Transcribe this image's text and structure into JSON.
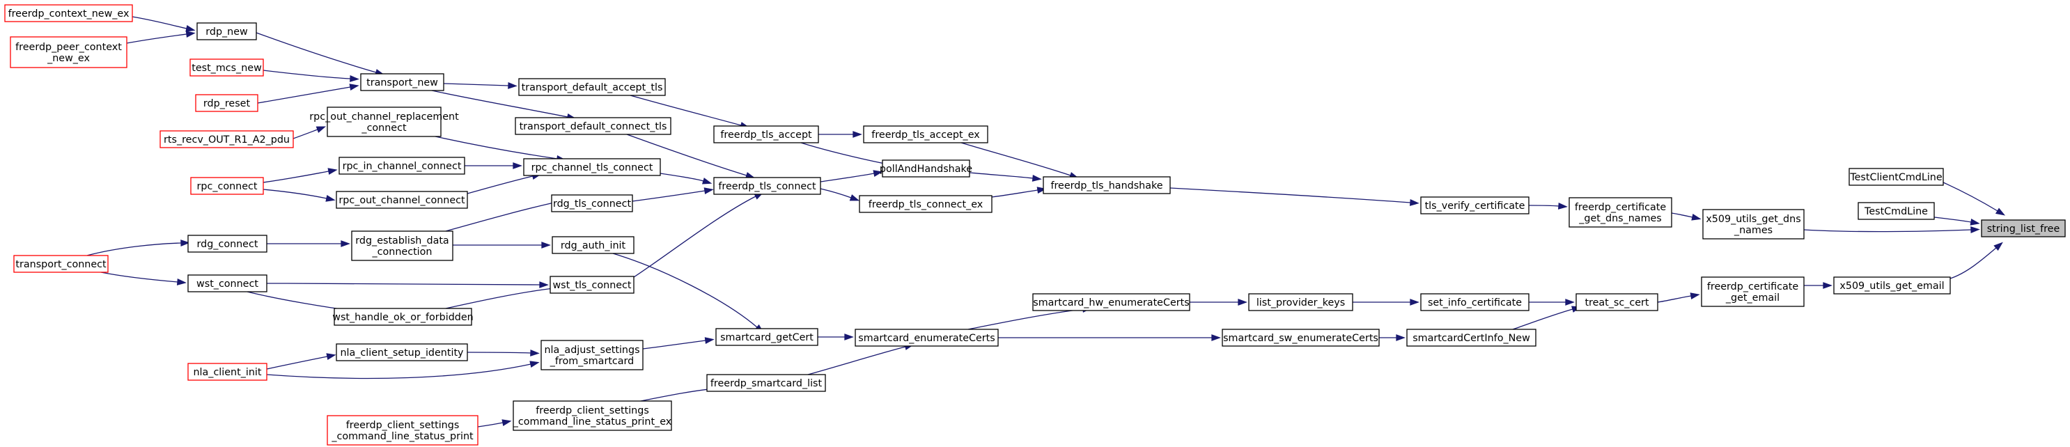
{
  "colors": {
    "edge": "#191970",
    "node_border": "#000000",
    "node_border_truncated": "#ff0000",
    "focus_fill": "#bfbfbf"
  },
  "nodes": [
    {
      "id": "string_list_free",
      "lines": [
        "string_list_free"
      ],
      "style": "focus"
    },
    {
      "id": "TestClientCmdLine",
      "lines": [
        "TestClientCmdLine"
      ],
      "style": "normal"
    },
    {
      "id": "TestCmdLine",
      "lines": [
        "TestCmdLine"
      ],
      "style": "normal"
    },
    {
      "id": "x509_utils_get_dns_names",
      "lines": [
        "x509_utils_get_dns",
        "_names"
      ],
      "style": "normal"
    },
    {
      "id": "x509_utils_get_email",
      "lines": [
        "x509_utils_get_email"
      ],
      "style": "normal"
    },
    {
      "id": "freerdp_certificate_get_dns_names",
      "lines": [
        "freerdp_certificate",
        "_get_dns_names"
      ],
      "style": "normal"
    },
    {
      "id": "freerdp_certificate_get_email",
      "lines": [
        "freerdp_certificate",
        "_get_email"
      ],
      "style": "normal"
    },
    {
      "id": "tls_verify_certificate",
      "lines": [
        "tls_verify_certificate"
      ],
      "style": "normal"
    },
    {
      "id": "treat_sc_cert",
      "lines": [
        "treat_sc_cert"
      ],
      "style": "normal"
    },
    {
      "id": "freerdp_tls_handshake",
      "lines": [
        "freerdp_tls_handshake"
      ],
      "style": "normal"
    },
    {
      "id": "set_info_certificate",
      "lines": [
        "set_info_certificate"
      ],
      "style": "normal"
    },
    {
      "id": "smartcardCertInfo_New",
      "lines": [
        "smartcardCertInfo_New"
      ],
      "style": "normal"
    },
    {
      "id": "freerdp_tls_accept_ex",
      "lines": [
        "freerdp_tls_accept_ex"
      ],
      "style": "normal"
    },
    {
      "id": "pollAndHandshake",
      "lines": [
        "pollAndHandshake"
      ],
      "style": "normal"
    },
    {
      "id": "freerdp_tls_connect_ex",
      "lines": [
        "freerdp_tls_connect_ex"
      ],
      "style": "normal"
    },
    {
      "id": "list_provider_keys",
      "lines": [
        "list_provider_keys"
      ],
      "style": "normal"
    },
    {
      "id": "smartcard_sw_enumerateCerts",
      "lines": [
        "smartcard_sw_enumerateCerts"
      ],
      "style": "normal"
    },
    {
      "id": "freerdp_tls_accept",
      "lines": [
        "freerdp_tls_accept"
      ],
      "style": "normal"
    },
    {
      "id": "freerdp_tls_connect",
      "lines": [
        "freerdp_tls_connect"
      ],
      "style": "normal"
    },
    {
      "id": "smartcard_hw_enumerateCerts",
      "lines": [
        "smartcard_hw_enumerateCerts"
      ],
      "style": "normal"
    },
    {
      "id": "smartcard_enumerateCerts",
      "lines": [
        "smartcard_enumerateCerts"
      ],
      "style": "normal"
    },
    {
      "id": "transport_default_accept_tls",
      "lines": [
        "transport_default_accept_tls"
      ],
      "style": "normal"
    },
    {
      "id": "transport_default_connect_tls",
      "lines": [
        "transport_default_connect_tls"
      ],
      "style": "normal"
    },
    {
      "id": "rpc_channel_tls_connect",
      "lines": [
        "rpc_channel_tls_connect"
      ],
      "style": "normal"
    },
    {
      "id": "rdg_tls_connect",
      "lines": [
        "rdg_tls_connect"
      ],
      "style": "normal"
    },
    {
      "id": "wst_tls_connect",
      "lines": [
        "wst_tls_connect"
      ],
      "style": "normal"
    },
    {
      "id": "smartcard_getCert",
      "lines": [
        "smartcard_getCert"
      ],
      "style": "normal"
    },
    {
      "id": "freerdp_smartcard_list",
      "lines": [
        "freerdp_smartcard_list"
      ],
      "style": "normal"
    },
    {
      "id": "transport_new",
      "lines": [
        "transport_new"
      ],
      "style": "normal"
    },
    {
      "id": "rpc_out_channel_replacement_connect",
      "lines": [
        "rpc_out_channel_replacement",
        "_connect"
      ],
      "style": "normal"
    },
    {
      "id": "rpc_in_channel_connect",
      "lines": [
        "rpc_in_channel_connect"
      ],
      "style": "normal"
    },
    {
      "id": "rpc_out_channel_connect",
      "lines": [
        "rpc_out_channel_connect"
      ],
      "style": "normal"
    },
    {
      "id": "rdg_establish_data_connection",
      "lines": [
        "rdg_establish_data",
        "_connection"
      ],
      "style": "normal"
    },
    {
      "id": "rdg_auth_init",
      "lines": [
        "rdg_auth_init"
      ],
      "style": "normal"
    },
    {
      "id": "wst_connect",
      "lines": [
        "wst_connect"
      ],
      "style": "normal"
    },
    {
      "id": "wst_handle_ok_or_forbidden",
      "lines": [
        "wst_handle_ok_or_forbidden"
      ],
      "style": "normal"
    },
    {
      "id": "nla_adjust_settings_from_smartcard",
      "lines": [
        "nla_adjust_settings",
        "_from_smartcard"
      ],
      "style": "normal"
    },
    {
      "id": "freerdp_client_settings_command_line_status_print_ex",
      "lines": [
        "freerdp_client_settings",
        "_command_line_status_print_ex"
      ],
      "style": "normal"
    },
    {
      "id": "rdp_new",
      "lines": [
        "rdp_new"
      ],
      "style": "normal"
    },
    {
      "id": "test_mcs_new",
      "lines": [
        "test_mcs_new"
      ],
      "style": "truncated"
    },
    {
      "id": "rdp_reset",
      "lines": [
        "rdp_reset"
      ],
      "style": "truncated"
    },
    {
      "id": "rts_recv_OUT_R1_A2_pdu",
      "lines": [
        "rts_recv_OUT_R1_A2_pdu"
      ],
      "style": "truncated"
    },
    {
      "id": "rpc_connect",
      "lines": [
        "rpc_connect"
      ],
      "style": "truncated"
    },
    {
      "id": "rdg_connect",
      "lines": [
        "rdg_connect"
      ],
      "style": "normal"
    },
    {
      "id": "transport_connect",
      "lines": [
        "transport_connect"
      ],
      "style": "truncated"
    },
    {
      "id": "nla_client_setup_identity",
      "lines": [
        "nla_client_setup_identity"
      ],
      "style": "normal"
    },
    {
      "id": "nla_client_init",
      "lines": [
        "nla_client_init"
      ],
      "style": "truncated"
    },
    {
      "id": "freerdp_client_settings_command_line_status_print",
      "lines": [
        "freerdp_client_settings",
        "_command_line_status_print"
      ],
      "style": "truncated"
    },
    {
      "id": "freerdp_context_new_ex",
      "lines": [
        "freerdp_context_new_ex"
      ],
      "style": "truncated"
    },
    {
      "id": "freerdp_peer_context_new_ex",
      "lines": [
        "freerdp_peer_context",
        "_new_ex"
      ],
      "style": "truncated"
    }
  ]
}
